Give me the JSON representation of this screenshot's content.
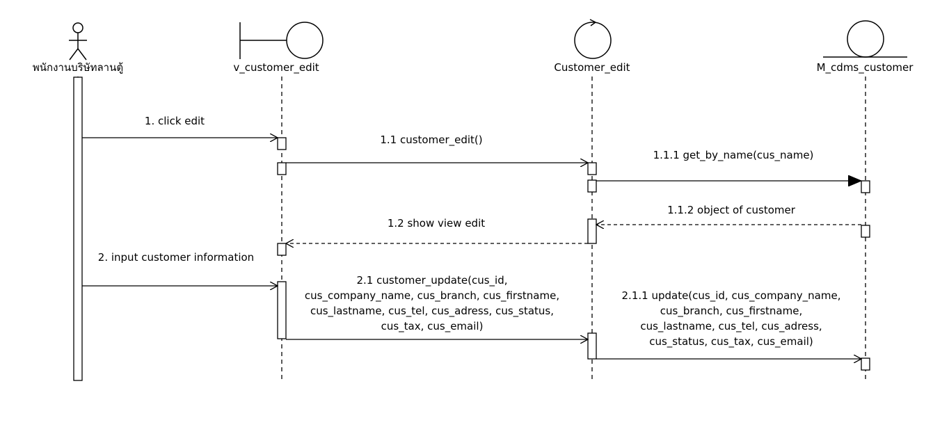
{
  "participants": {
    "actor": {
      "name": "พนักงานบริษัทลานตู้",
      "kind": "actor"
    },
    "boundary": {
      "name": "v_customer_edit",
      "kind": "boundary"
    },
    "control": {
      "name": "Customer_edit",
      "kind": "control"
    },
    "entity": {
      "name": "M_cdms_customer",
      "kind": "entity"
    }
  },
  "messages": {
    "m1": {
      "label": "1. click edit",
      "kind": "sync"
    },
    "m1_1": {
      "label": "1.1 customer_edit()",
      "kind": "sync"
    },
    "m1_1_1": {
      "label": "1.1.1 get_by_name(cus_name)",
      "kind": "sync-filled"
    },
    "m1_1_2": {
      "label": "1.1.2 object of customer",
      "kind": "return"
    },
    "m1_2": {
      "label": "1.2 show view edit",
      "kind": "return"
    },
    "m2": {
      "label": "2. input customer information",
      "kind": "sync"
    },
    "m2_1": {
      "kind": "sync",
      "line1": "2.1 customer_update(cus_id,",
      "line2": "cus_company_name, cus_branch, cus_firstname,",
      "line3": "cus_lastname, cus_tel, cus_adress, cus_status,",
      "line4": "cus_tax, cus_email)"
    },
    "m2_1_1": {
      "kind": "sync",
      "line1": "2.1.1 update(cus_id, cus_company_name,",
      "line2": "cus_branch, cus_firstname,",
      "line3": "cus_lastname, cus_tel, cus_adress,",
      "line4": "cus_status, cus_tax, cus_email)"
    }
  }
}
